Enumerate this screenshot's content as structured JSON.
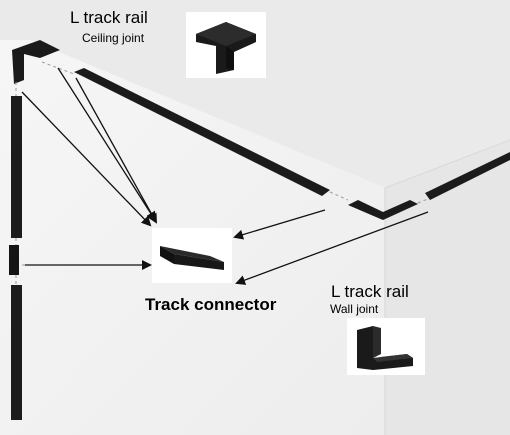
{
  "labels": {
    "ceiling_title": "L track rail",
    "ceiling_sub": "Ceiling joint",
    "connector": "Track connector",
    "wall_title": "L track rail",
    "wall_sub": "Wall joint"
  },
  "colors": {
    "rail": "#1a1a1a",
    "arrow": "#111111",
    "ceiling": "#e9e9e9",
    "wall_left": "#f2f2f2",
    "wall_right": "#ececec"
  }
}
